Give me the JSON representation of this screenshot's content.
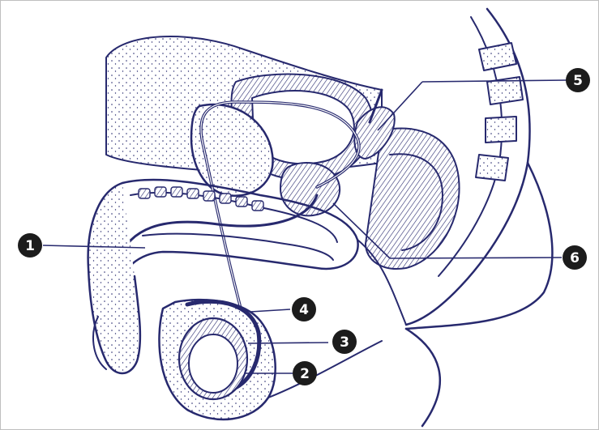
{
  "diagram": {
    "ink_color": "#27296e",
    "fill_color": "#f4f4fa",
    "callout_color": "#1c1c1c",
    "callouts": [
      {
        "id": "1",
        "label": "1"
      },
      {
        "id": "2",
        "label": "2"
      },
      {
        "id": "3",
        "label": "3"
      },
      {
        "id": "4",
        "label": "4"
      },
      {
        "id": "5",
        "label": "5"
      },
      {
        "id": "6",
        "label": "6"
      }
    ]
  }
}
